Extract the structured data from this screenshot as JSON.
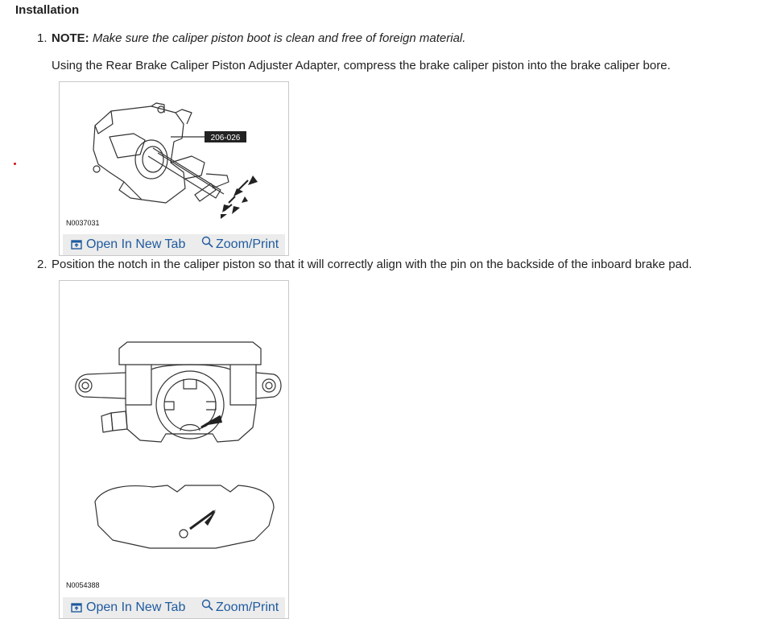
{
  "section": {
    "title": "Installation"
  },
  "steps": [
    {
      "number": "1.",
      "note_label": "NOTE:",
      "note_text": "Make sure the caliper piston boot is clean and free of foreign material.",
      "text": "Using the Rear Brake Caliper Piston Adjuster Adapter, compress the brake caliper piston into the brake caliper bore.",
      "figure": {
        "code": "N0037031",
        "tool_label": "206-026",
        "open_label": "Open In New Tab",
        "zoom_label": "Zoom/Print"
      }
    },
    {
      "number": "2.",
      "text": "Position the notch in the caliper piston so that it will correctly align with the pin on the backside of the inboard brake pad.",
      "figure": {
        "code": "N0054388",
        "open_label": "Open In New Tab",
        "zoom_label": "Zoom/Print"
      }
    }
  ],
  "colors": {
    "link": "#1f5a9e",
    "action_bar": "#ececec",
    "text": "#222222"
  },
  "icons": {
    "open": "open-new-tab-icon",
    "zoom": "magnifier-icon"
  }
}
